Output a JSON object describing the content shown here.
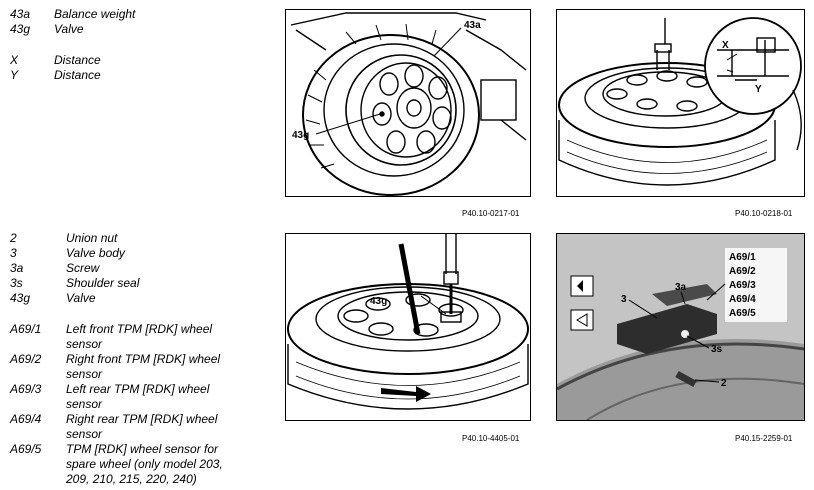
{
  "legend1": [
    {
      "key": "43a",
      "text": "Balance weight"
    },
    {
      "key": "43g",
      "text": "Valve"
    },
    {
      "key": "X",
      "text": "Distance"
    },
    {
      "key": "Y",
      "text": "Distance"
    }
  ],
  "legend2": [
    {
      "key": "2",
      "text": "Union nut"
    },
    {
      "key": "3",
      "text": "Valve body"
    },
    {
      "key": "3a",
      "text": "Screw"
    },
    {
      "key": "3s",
      "text": "Shoulder seal"
    },
    {
      "key": "43g",
      "text": "Valve"
    },
    {
      "key": "A69/1",
      "text": "Left front TPM [RDK] wheel sensor"
    },
    {
      "key": "A69/2",
      "text": "Right front TPM [RDK] wheel sensor"
    },
    {
      "key": "A69/3",
      "text": "Left rear TPM [RDK] wheel sensor"
    },
    {
      "key": "A69/4",
      "text": "Right rear TPM [RDK] wheel sensor"
    },
    {
      "key": "A69/5",
      "text": "TPM [RDK] wheel sensor for spare wheel (only model 203, 209, 210, 215, 220, 240)"
    }
  ],
  "figures": {
    "fig1": {
      "caption": "P40.10-0217-01",
      "labels": {
        "a": "43a",
        "b": "43g"
      }
    },
    "fig2": {
      "caption": "P40.10-0218-01",
      "labels": {
        "x": "X",
        "y": "Y"
      }
    },
    "fig3": {
      "caption": "P40.10-4405-01",
      "labels": {
        "a": "43g"
      }
    },
    "fig4": {
      "caption": "P40.15-2259-01",
      "labels": {
        "a1": "A69/1",
        "a2": "A69/2",
        "a3": "A69/3",
        "a4": "A69/4",
        "a5": "A69/5",
        "s3": "3",
        "s3a": "3a",
        "s3s": "3s",
        "s2": "2"
      }
    }
  }
}
